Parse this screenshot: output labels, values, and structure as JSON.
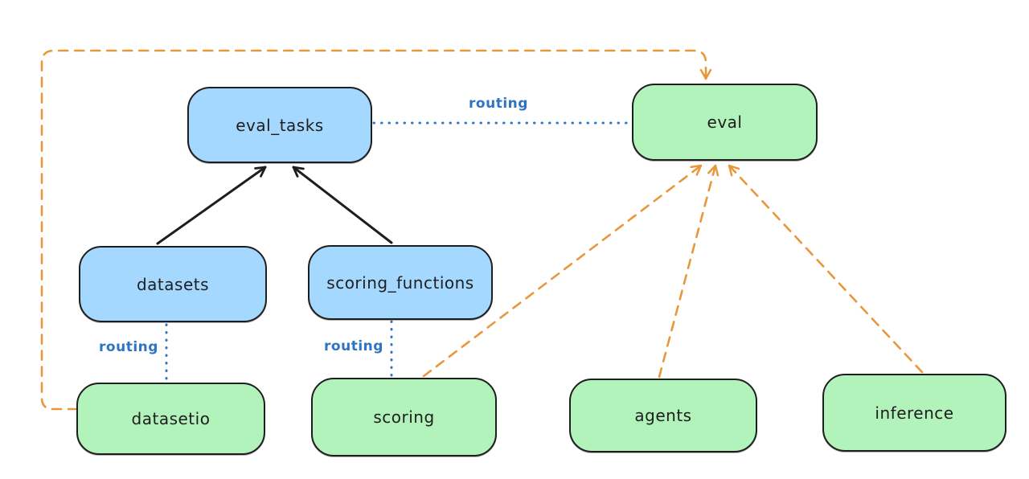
{
  "diagram": {
    "background_color": "#ffffff",
    "colors": {
      "blue_node_fill": "#a5d8ff",
      "green_node_fill": "#b2f2bb",
      "node_stroke": "#1e1e1e",
      "solid_arrow": "#1e1e1e",
      "routing_blue": "#2f74c4",
      "provider_orange": "#e9973d"
    },
    "nodes": {
      "eval_tasks": {
        "label": "eval_tasks",
        "fill": "blue"
      },
      "eval": {
        "label": "eval",
        "fill": "green"
      },
      "datasets": {
        "label": "datasets",
        "fill": "blue"
      },
      "scoring_functions": {
        "label": "scoring_functions",
        "fill": "blue"
      },
      "datasetio": {
        "label": "datasetio",
        "fill": "green"
      },
      "scoring": {
        "label": "scoring",
        "fill": "green"
      },
      "agents": {
        "label": "agents",
        "fill": "green"
      },
      "inference": {
        "label": "inference",
        "fill": "green"
      }
    },
    "edge_labels": {
      "eval_tasks_eval": "routing",
      "datasets_datasetio": "routing",
      "scoring_functions_scoring": "routing"
    },
    "edges": [
      {
        "from": "datasets",
        "to": "eval_tasks",
        "style": "solid",
        "color": "#1e1e1e",
        "arrow": true,
        "label": ""
      },
      {
        "from": "scoring_functions",
        "to": "eval_tasks",
        "style": "solid",
        "color": "#1e1e1e",
        "arrow": true,
        "label": ""
      },
      {
        "from": "eval_tasks",
        "to": "eval",
        "style": "dotted",
        "color": "#2f74c4",
        "arrow": false,
        "label": "routing"
      },
      {
        "from": "datasets",
        "to": "datasetio",
        "style": "dotted",
        "color": "#2f74c4",
        "arrow": false,
        "label": "routing"
      },
      {
        "from": "scoring_functions",
        "to": "scoring",
        "style": "dotted",
        "color": "#2f74c4",
        "arrow": false,
        "label": "routing"
      },
      {
        "from": "datasetio",
        "to": "eval",
        "style": "dashed",
        "color": "#e9973d",
        "arrow": true,
        "label": "",
        "route": "around-left-and-top"
      },
      {
        "from": "scoring",
        "to": "eval",
        "style": "dashed",
        "color": "#e9973d",
        "arrow": true,
        "label": ""
      },
      {
        "from": "agents",
        "to": "eval",
        "style": "dashed",
        "color": "#e9973d",
        "arrow": true,
        "label": ""
      },
      {
        "from": "inference",
        "to": "eval",
        "style": "dashed",
        "color": "#e9973d",
        "arrow": true,
        "label": ""
      }
    ]
  }
}
